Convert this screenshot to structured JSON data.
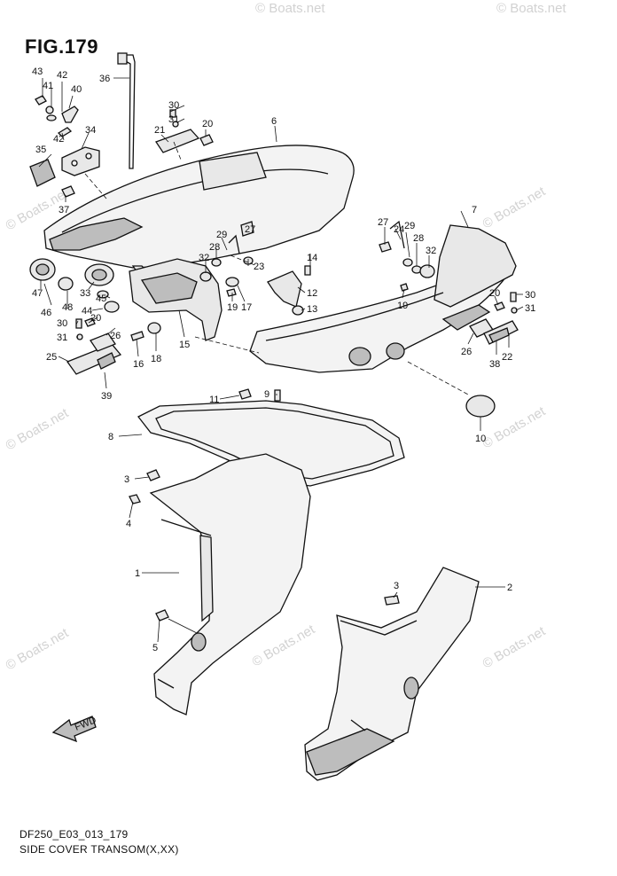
{
  "figure": {
    "title": "FIG.179",
    "code": "DF250_E03_013_179",
    "caption": "SIDE COVER TRANSOM(X,XX)"
  },
  "watermark": {
    "text": "© Boats.net"
  },
  "direction_label": "FWD",
  "callouts": {
    "c1": "1",
    "c2": "2",
    "c3a": "3",
    "c3b": "3",
    "c4": "4",
    "c5": "5",
    "c6": "6",
    "c7": "7",
    "c8": "8",
    "c9": "9",
    "c10": "10",
    "c11": "11",
    "c12": "12",
    "c13": "13",
    "c14": "14",
    "c15": "15",
    "c16": "16",
    "c17": "17",
    "c18": "18",
    "c19a": "19",
    "c19b": "19",
    "c20a": "20",
    "c20b": "20",
    "c20c": "20",
    "c21": "21",
    "c22": "22",
    "c23": "23",
    "c24": "24",
    "c25": "25",
    "c26a": "26",
    "c26b": "26",
    "c27a": "27",
    "c27b": "27",
    "c28a": "28",
    "c28b": "28",
    "c29a": "29",
    "c29b": "29",
    "c30a": "30",
    "c30b": "30",
    "c30c": "30",
    "c31a": "31",
    "c31b": "31",
    "c31c": "31",
    "c32a": "32",
    "c32b": "32",
    "c33": "33",
    "c34": "34",
    "c35": "35",
    "c36": "36",
    "c37": "37",
    "c38": "38",
    "c39": "39",
    "c40": "40",
    "c41": "41",
    "c42a": "42",
    "c42b": "42",
    "c43": "43",
    "c44": "44",
    "c45": "45",
    "c46": "46",
    "c47": "47",
    "c48": "48"
  }
}
